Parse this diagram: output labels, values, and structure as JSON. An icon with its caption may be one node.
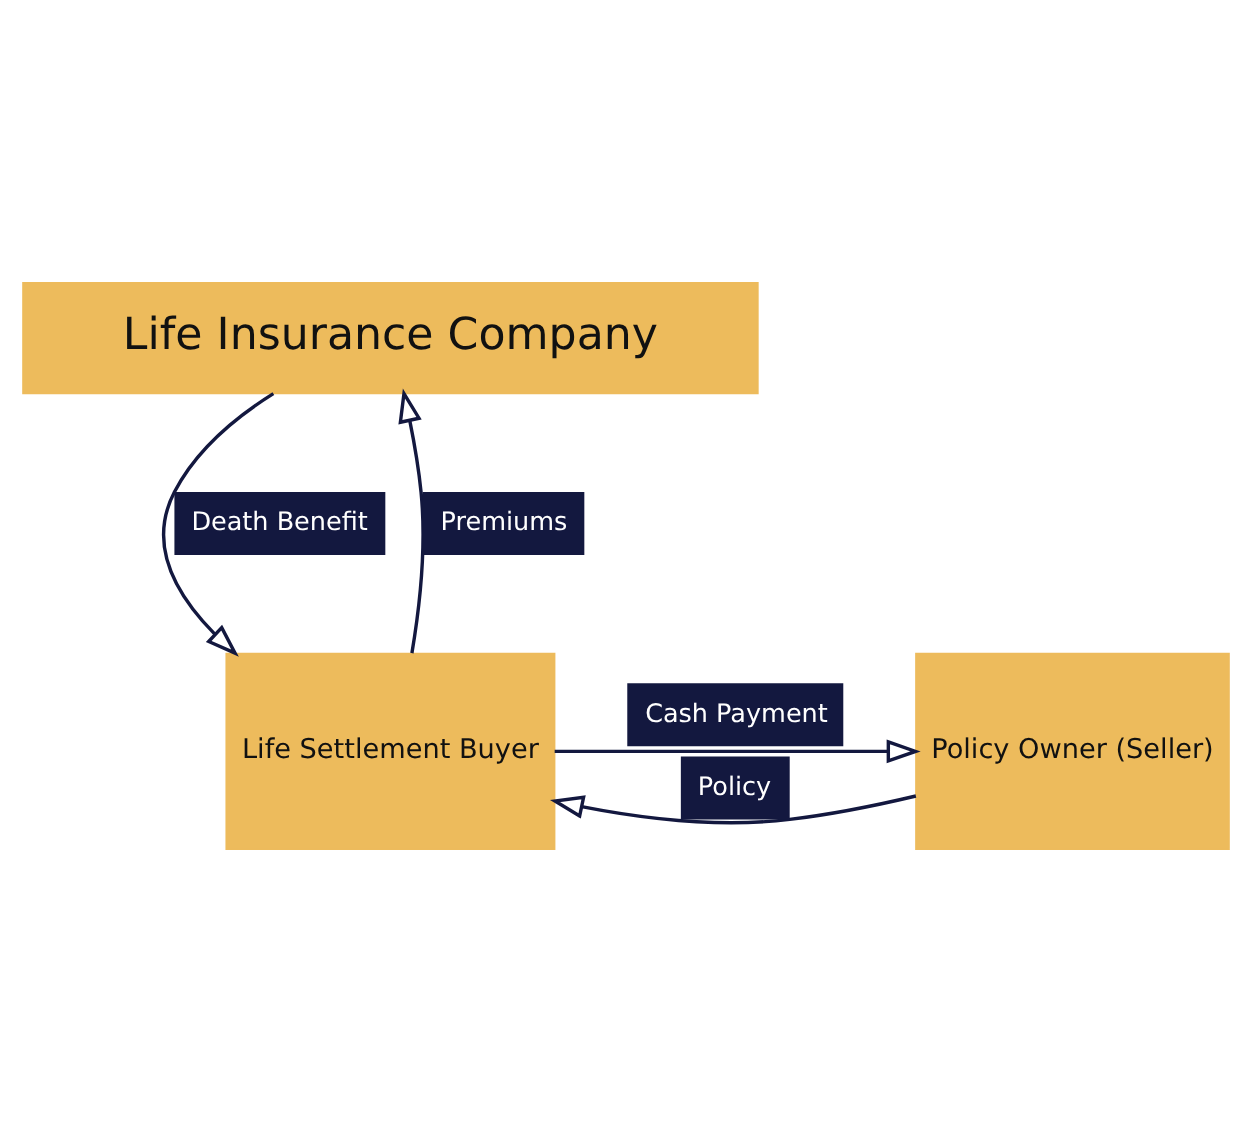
{
  "diagram": {
    "nodes": [
      {
        "text": [
          "Life Insurance Company"
        ]
      },
      {
        "text": [
          "Policy Owner (Seller)"
        ]
      },
      {
        "text": [
          "Life Settlement Buyer"
        ]
      }
    ],
    "edges": [
      {
        "from": 2,
        "to": 0,
        "arrow": "to",
        "label": "Premiums"
      },
      {
        "from": 0,
        "to": 2,
        "arrow": "to",
        "label": "Death Benefit"
      },
      {
        "from": 1,
        "to": 2,
        "arrow": "to",
        "label": "Policy"
      },
      {
        "from": 2,
        "to": 1,
        "arrow": "to",
        "label": "Cash Payment"
      }
    ]
  }
}
